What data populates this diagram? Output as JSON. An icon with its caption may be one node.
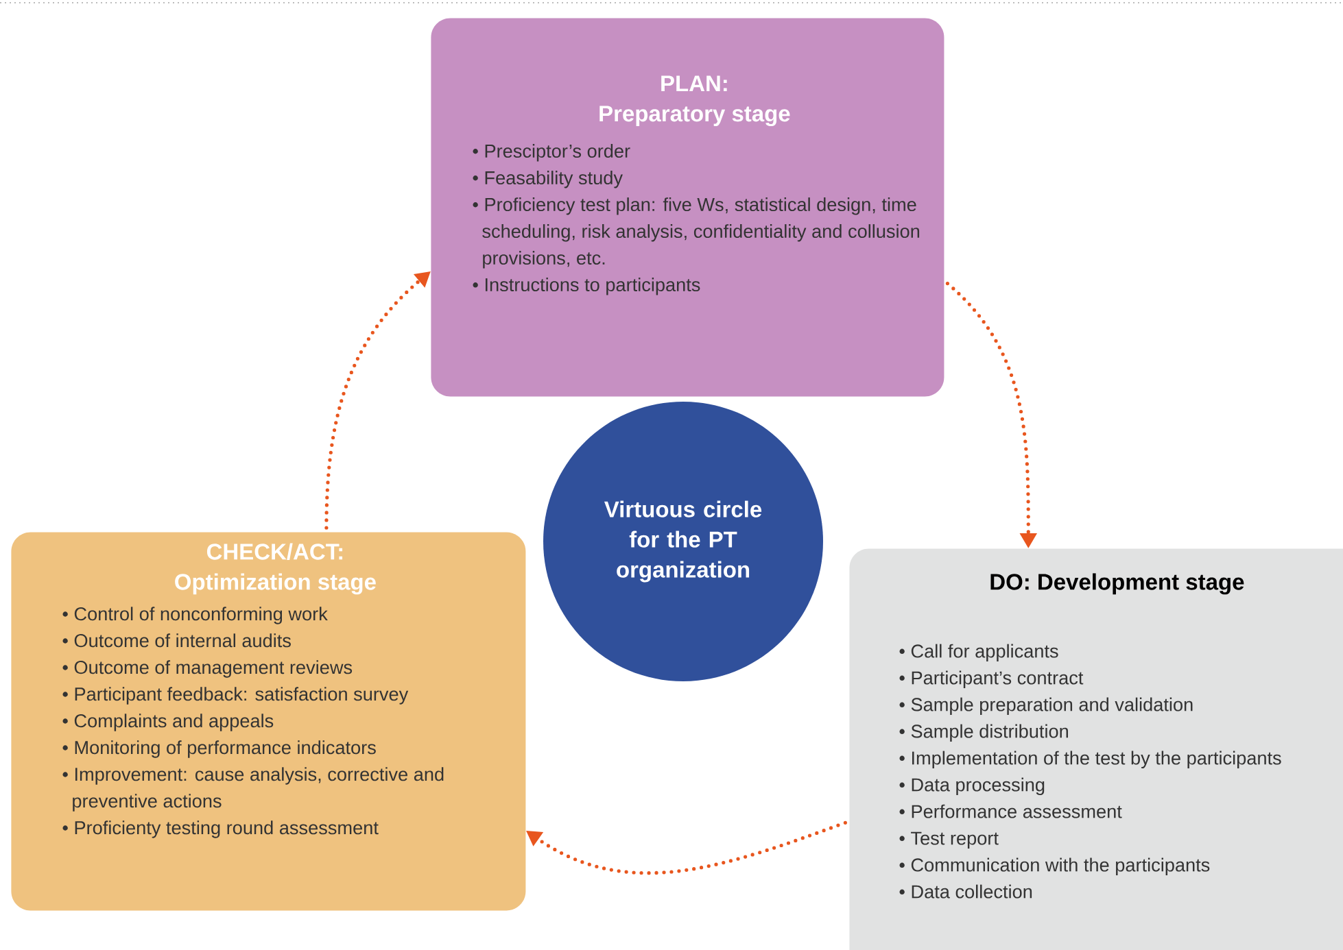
{
  "diagram": {
    "nodes": [
      {
        "text": [
          "PLAN: Preparatory stage",
          "• Presciptor’s order",
          "• Feasability study",
          "• Proficiency test plan: five Ws, statistical design, time scheduling, risk analysis, confidentiality and collusion provisions, etc.",
          "• Instructions to participants"
        ]
      },
      {
        "text": [
          "Virtuous circle for the PT organization"
        ]
      },
      {
        "text": [
          "CHECK/ACT: Optimization stage",
          "• Control of nonconforming work",
          "• Outcome of internal audits",
          "• Outcome of management reviews",
          "• Participant feedback: satisfaction survey",
          "• Complaints and appeals",
          "• Monitoring of performance indicators",
          "• Improvement: cause analysis, corrective and preventive actions",
          "• Proficienty testing round assessment"
        ]
      },
      {
        "text": [
          "DO: Development stage",
          "• Call for applicants",
          "• Participant’s contract",
          "• Sample preparation and validation",
          "• Sample distribution",
          "• Implementation of the test by the participants",
          "• Data processing",
          "• Performance assessment",
          "• Test report",
          "• Communication with the participants",
          "• Data collection"
        ]
      }
    ],
    "edges": [
      {
        "from": 0,
        "to": 3,
        "arrow": "to"
      },
      {
        "from": 3,
        "to": 2,
        "arrow": "to"
      },
      {
        "from": 2,
        "to": 0,
        "arrow": "to"
      }
    ]
  }
}
